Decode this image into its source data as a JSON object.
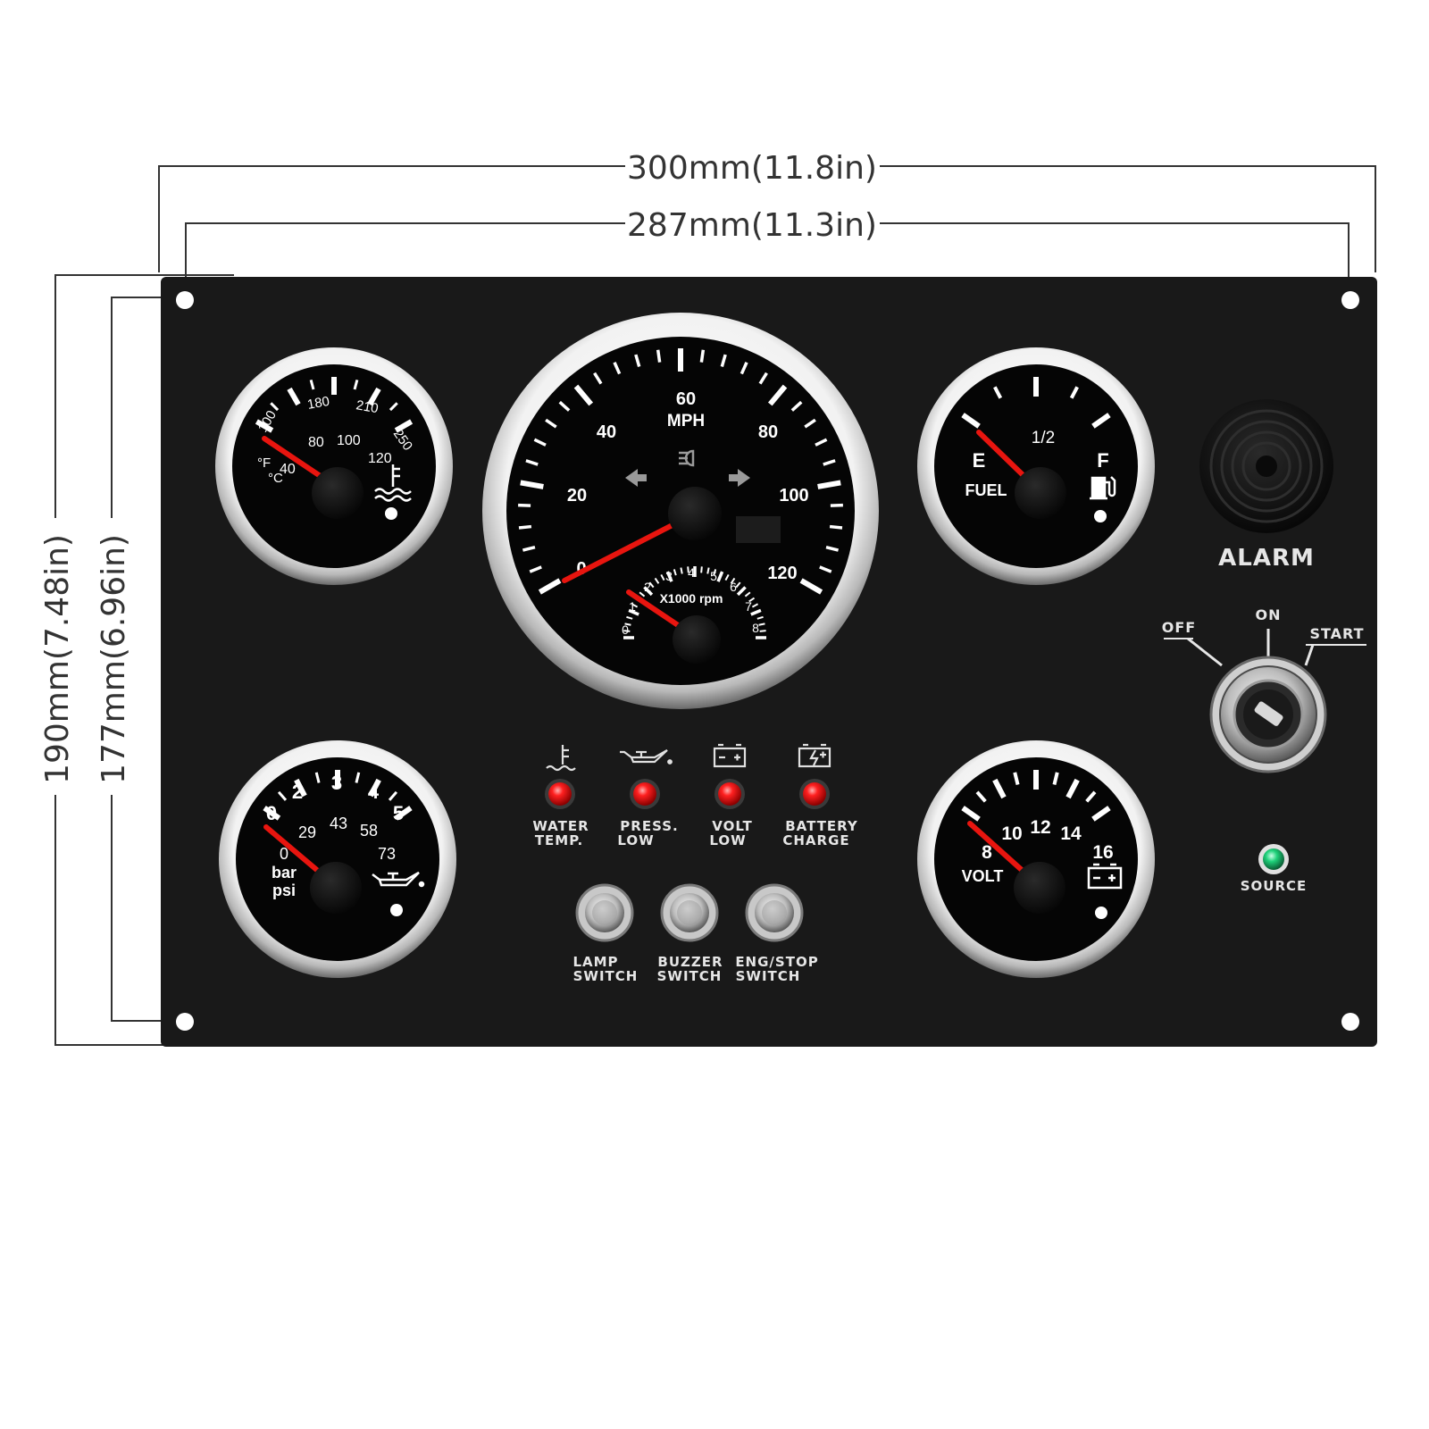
{
  "dimensions": {
    "outer_width": "300mm(11.8in)",
    "hole_width": "287mm(11.3in)",
    "outer_height": "190mm(7.48in)",
    "hole_height": "177mm(6.96in)"
  },
  "speedometer": {
    "unit": "MPH",
    "scale": [
      "0",
      "20",
      "40",
      "60",
      "80",
      "100",
      "120"
    ],
    "tach_unit": "X1000 rpm",
    "tach_scale": [
      "0",
      "1",
      "2",
      "3",
      "4",
      "5",
      "6",
      "7",
      "8"
    ]
  },
  "temp_gauge": {
    "fahrenheit": [
      "100",
      "180",
      "210",
      "250"
    ],
    "celsius": [
      "40",
      "80",
      "100",
      "120"
    ],
    "unit_f": "°F",
    "unit_c": "°C",
    "icon": "coolant-temperature-icon"
  },
  "fuel_gauge": {
    "empty": "E",
    "half": "1/2",
    "full": "F",
    "label": "FUEL",
    "icon": "fuel-pump-icon"
  },
  "pressure_gauge": {
    "bar": [
      "0",
      "2",
      "3",
      "4",
      "5"
    ],
    "psi": [
      "0",
      "29",
      "43",
      "58",
      "73"
    ],
    "unit_bar": "bar",
    "unit_psi": "psi",
    "icon": "oil-can-icon"
  },
  "volt_gauge": {
    "scale": [
      "8",
      "10",
      "12",
      "14",
      "16"
    ],
    "label": "VOLT",
    "icon": "battery-icon"
  },
  "warning_lights": [
    {
      "line1": "WATER",
      "line2": "TEMP.",
      "icon": "coolant-temperature-icon",
      "color": "#ff1a1a"
    },
    {
      "line1": "PRESS.",
      "line2": "LOW",
      "icon": "oil-can-icon",
      "color": "#ff1a1a"
    },
    {
      "line1": "VOLT",
      "line2": "LOW",
      "icon": "battery-icon",
      "color": "#ff1a1a"
    },
    {
      "line1": "BATTERY",
      "line2": "CHARGE",
      "icon": "battery-charge-icon",
      "color": "#ff1a1a"
    }
  ],
  "switches": [
    {
      "line1": "LAMP",
      "line2": "SWITCH"
    },
    {
      "line1": "BUZZER",
      "line2": "SWITCH"
    },
    {
      "line1": "ENG/STOP",
      "line2": "SWITCH"
    }
  ],
  "alarm": {
    "label": "ALARM"
  },
  "ignition": {
    "off": "OFF",
    "on": "ON",
    "start": "START"
  },
  "source": {
    "label": "SOURCE",
    "color": "#1fd17a"
  },
  "colors": {
    "panel": "#191919",
    "needle": "#e8150f",
    "bezel": "#e9e9e9"
  }
}
